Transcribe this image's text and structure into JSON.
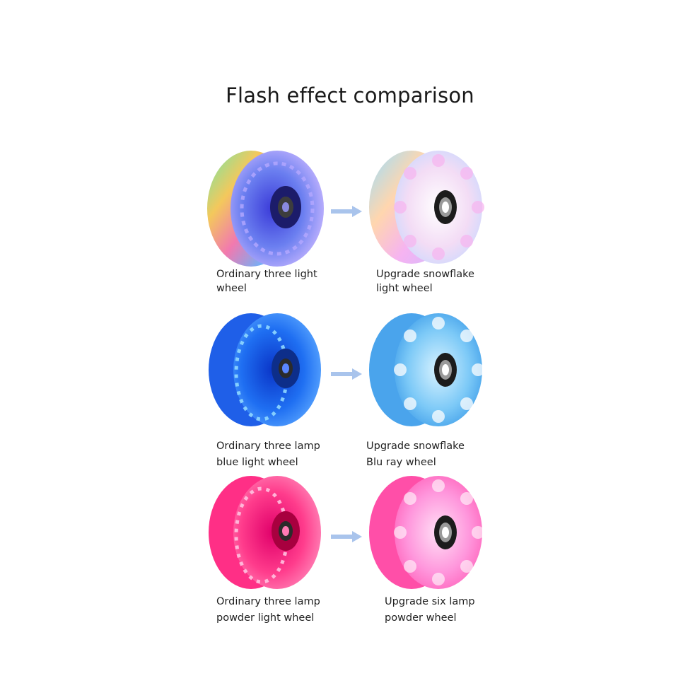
{
  "title": "Flash effect comparison",
  "rows": [
    {
      "left": {
        "line1": "Ordinary three light",
        "line2": "wheel"
      },
      "right": {
        "line1": "Upgrade snowflake",
        "line2": "light wheel"
      },
      "icon": "arrow-right-icon"
    },
    {
      "left": {
        "line1": "Ordinary three lamp",
        "line2": "blue light wheel"
      },
      "right": {
        "line1": "Upgrade snowflake",
        "line2": "Blu ray wheel"
      },
      "icon": "arrow-right-icon"
    },
    {
      "left": {
        "line1": "Ordinary three lamp",
        "line2": "powder light wheel"
      },
      "right": {
        "line1": "Upgrade six lamp",
        "line2": "powder wheel"
      },
      "icon": "arrow-right-icon"
    }
  ],
  "colors": {
    "arrow": "#a9c4ec",
    "rainbow_wheel": "#5a7cf0",
    "blue_wheel": "#1e6cf0",
    "sky_wheel": "#56b6f2",
    "pink_wheel": "#ff3c8c",
    "light_pink_wheel": "#ff86d2"
  }
}
